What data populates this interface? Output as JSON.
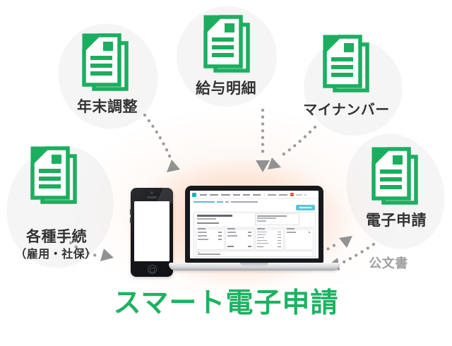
{
  "title": {
    "text": "スマート電子申請"
  },
  "sources": [
    {
      "id": "nenmatsu-chosei",
      "label": "年末調整"
    },
    {
      "id": "kyuyo-meisai",
      "label": "給与明細"
    },
    {
      "id": "my-number",
      "label": "マイナンバー"
    },
    {
      "id": "kakushu-tetsuzuki",
      "label": "各種手続",
      "sublabel": "（雇用・社保）"
    },
    {
      "id": "denshi-shinsei",
      "label": "電子申請"
    }
  ],
  "annotations": {
    "official_document": "公文書"
  },
  "colors": {
    "icon_green": "#1cae5f",
    "title_green": "#1db261",
    "arrow_gray": "#9c9c9c",
    "blob_gray": "#f5f5f6",
    "glow_peach": "#f6a273",
    "label_dark": "#333333",
    "app_logo_teal": "#15b7ab",
    "app_button_teal": "#59c6d5",
    "app_badge_orange": "#e8603c",
    "app_link_blue": "#60b9d8"
  }
}
